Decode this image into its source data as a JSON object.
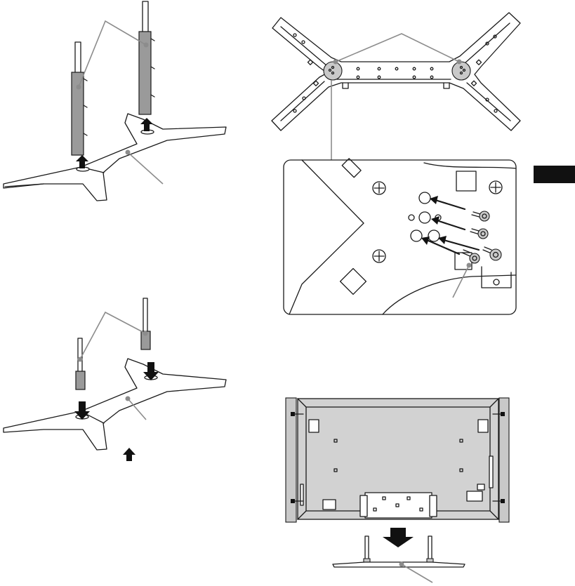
{
  "figures": [
    {
      "id": "stand-neck-removal"
    },
    {
      "id": "stand-underside-screws"
    },
    {
      "id": "stand-neck-insertion"
    },
    {
      "id": "tv-on-stand-rear"
    }
  ],
  "side_tab": {
    "color": "#111111"
  },
  "colors": {
    "line": "#1a1a1a",
    "leader": "#8c8c8c",
    "part_fill": "#9a9a9a",
    "panel_fill": "#d2d2d2"
  }
}
